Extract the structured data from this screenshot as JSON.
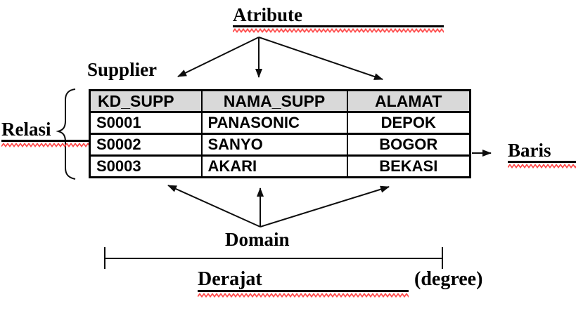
{
  "diagram": {
    "attribute_label": "Atribute",
    "table_title": "Supplier",
    "relation_label": "Relasi",
    "row_label": "Baris",
    "domain_label": "Domain",
    "degree_word": "Derajat",
    "degree_suffix": "(degree)",
    "table": {
      "headers": [
        "KD_SUPP",
        "NAMA_SUPP",
        "ALAMAT"
      ],
      "rows": [
        [
          "S0001",
          "PANASONIC",
          "DEPOK"
        ],
        [
          "S0002",
          "SANYO",
          "BOGOR"
        ],
        [
          "S0003",
          "AKARI",
          "BEKASI"
        ]
      ]
    },
    "colors": {
      "line": "#0d0d0d",
      "squiggle": "#ff4a4a",
      "header_fill": "#d9d9d9",
      "background": "#ffffff"
    }
  }
}
